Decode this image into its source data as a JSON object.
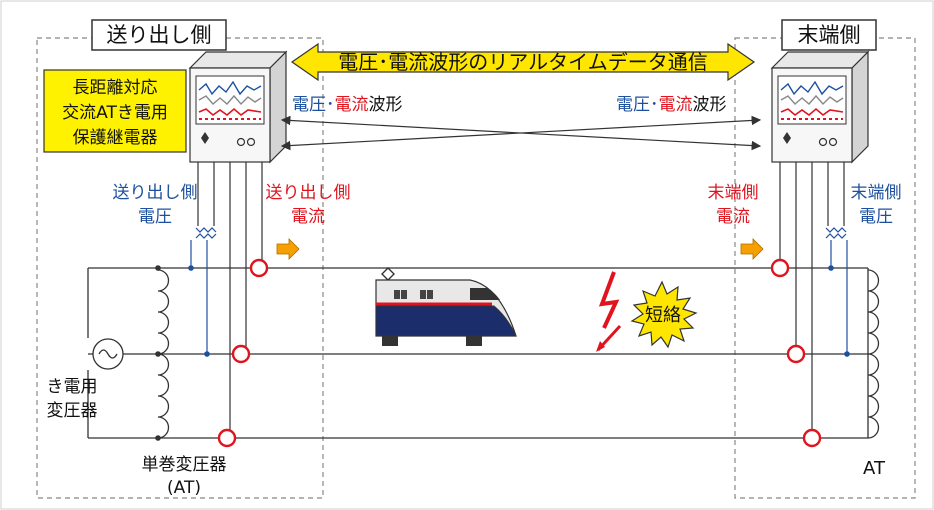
{
  "labels": {
    "send_side": "送り出し側",
    "end_side": "末端側",
    "banner": "電圧･電流波形のリアルタイムデータ通信",
    "relay_name": [
      "長距離対応",
      "交流ATき電用",
      "保護継電器"
    ],
    "waveform_left": {
      "v": "電圧",
      "dot": "･",
      "i": "電流",
      "suffix": "波形"
    },
    "waveform_right": {
      "v": "電圧",
      "dot": "･",
      "i": "電流",
      "suffix": "波形"
    },
    "send_voltage": [
      "送り出し側",
      "電圧"
    ],
    "send_current": [
      "送り出し側",
      "電流"
    ],
    "end_current": [
      "末端側",
      "電流"
    ],
    "end_voltage": [
      "末端側",
      "電圧"
    ],
    "short_circuit": "短絡",
    "feeding_transformer": [
      "き電用",
      "変圧器"
    ],
    "autotransformer": [
      "単巻変圧器",
      "(AT)"
    ],
    "at_right": "AT"
  },
  "colors": {
    "voltage_blue": "#1e50a0",
    "current_red": "#e0141e",
    "banner_yellow": "#ffe600",
    "relay_box_yellow": "#fff200",
    "arrow_orange": "#f5a000",
    "line_dark": "#333333",
    "dashed_gray": "#888888"
  }
}
